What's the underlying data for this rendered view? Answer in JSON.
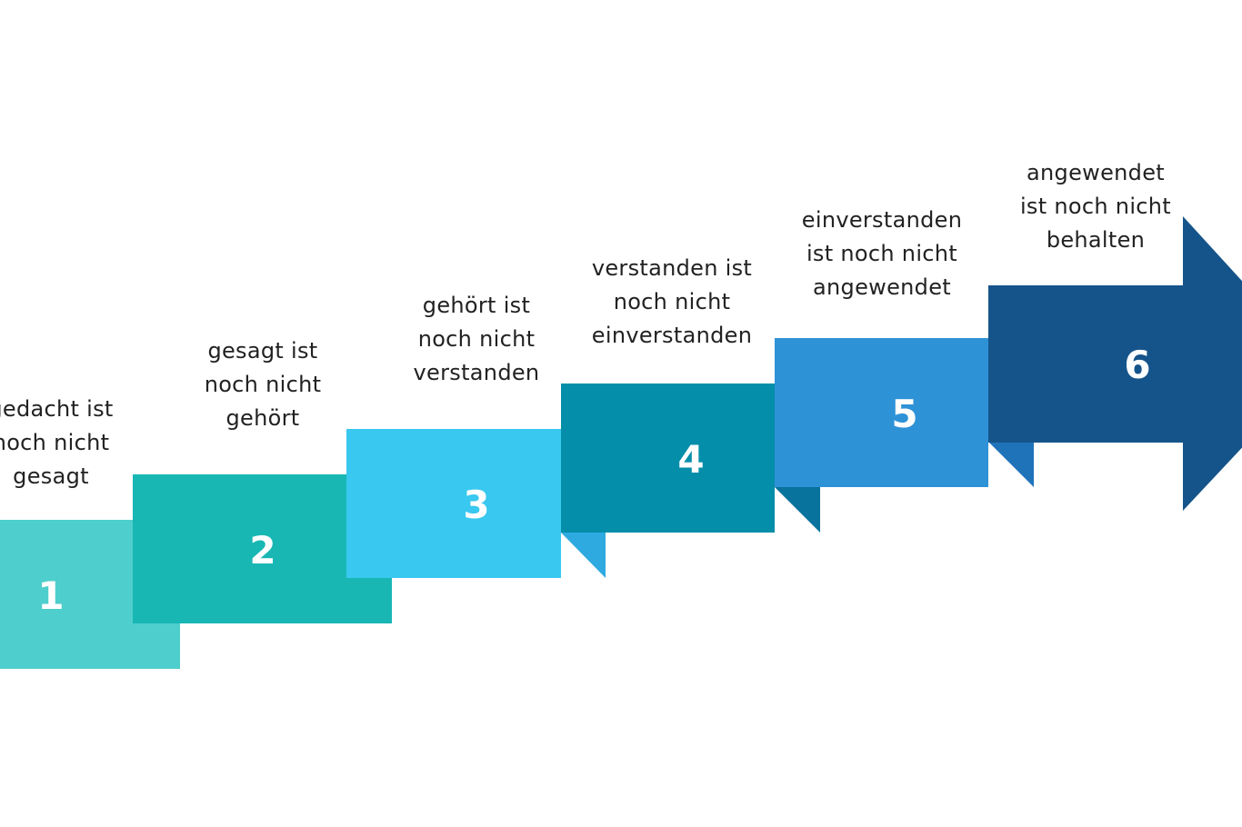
{
  "steps": [
    {
      "number": "1",
      "lines": [
        "gedacht ist",
        "noch nicht",
        "gesagt"
      ],
      "color": "#4ECECC",
      "shadow": "#3FC0BE"
    },
    {
      "number": "2",
      "lines": [
        "gesagt ist",
        "noch nicht",
        "gehört"
      ],
      "color": "#19B7B4",
      "shadow": "#12A9A6"
    },
    {
      "number": "3",
      "lines": [
        "gehört ist",
        "noch nicht",
        "verstanden"
      ],
      "color": "#39C8EF",
      "shadow": "#2FAAE0"
    },
    {
      "number": "4",
      "lines": [
        "verstanden ist",
        "noch nicht",
        "einverstanden"
      ],
      "color": "#048EAA",
      "shadow": "#08739C"
    },
    {
      "number": "5",
      "lines": [
        "einverstanden",
        "ist noch nicht",
        "angewendet"
      ],
      "color": "#2E92D7",
      "shadow": "#1F73B8"
    },
    {
      "number": "6",
      "lines": [
        "angewendet",
        "ist noch nicht",
        "behalten"
      ],
      "color": "#15548A",
      "shadow": "#10487A"
    }
  ]
}
